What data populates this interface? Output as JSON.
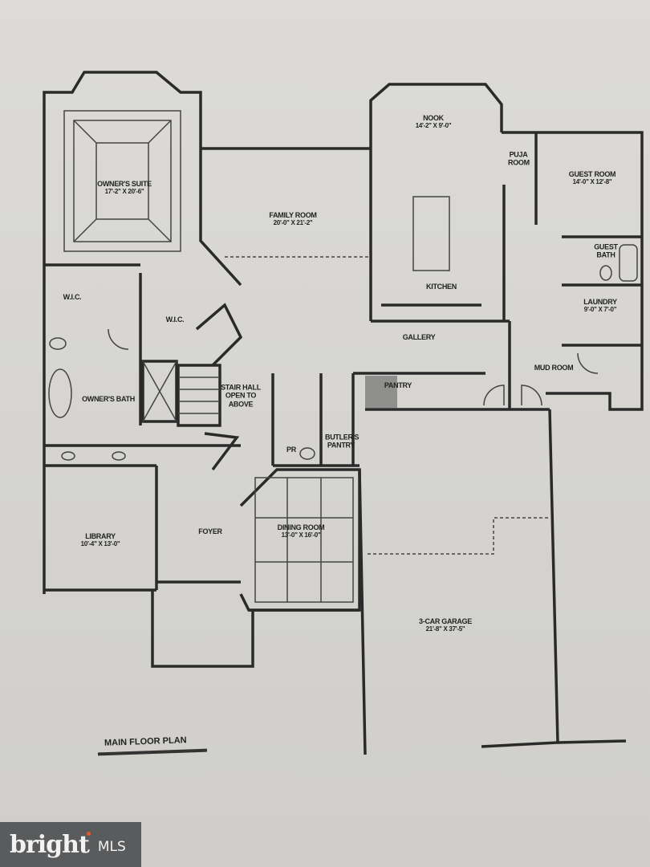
{
  "plan_title": "MAIN FLOOR PLAN",
  "watermark": {
    "brand": "bright",
    "suffix": "MLS",
    "accent_color": "#e35b2a"
  },
  "rooms": {
    "owners_suite": {
      "name": "OWNER'S SUITE",
      "dims": "17'-2\" X 20'-6\""
    },
    "family_room": {
      "name": "FAMILY ROOM",
      "dims": "20'-0\" X 21'-2\""
    },
    "nook": {
      "name": "NOOK",
      "dims": "14'-2\" X 9'-0\""
    },
    "puja_room": {
      "name": "PUJA ROOM"
    },
    "guest_room": {
      "name": "GUEST ROOM",
      "dims": "14'-0\" X 12'-8\""
    },
    "guest_bath": {
      "name": "GUEST BATH"
    },
    "laundry": {
      "name": "LAUNDRY",
      "dims": "9'-0\" X 7'-0\""
    },
    "kitchen": {
      "name": "KITCHEN"
    },
    "wic_1": {
      "name": "W.I.C."
    },
    "wic_2": {
      "name": "W.I.C."
    },
    "gallery": {
      "name": "GALLERY"
    },
    "mud_room": {
      "name": "MUD ROOM"
    },
    "pantry": {
      "name": "PANTRY"
    },
    "owners_bath": {
      "name": "OWNER'S BATH"
    },
    "stair_hall": {
      "name": "STAIR HALL OPEN TO ABOVE"
    },
    "powder_room": {
      "name": "PR"
    },
    "butlers_pantry": {
      "name": "BUTLER'S PANTRY"
    },
    "library": {
      "name": "LIBRARY",
      "dims": "10'-4\" X 13'-0\""
    },
    "foyer": {
      "name": "FOYER"
    },
    "dining_room": {
      "name": "DINING ROOM",
      "dims": "13'-0\" X 16'-0\""
    },
    "garage": {
      "name": "3-CAR GARAGE",
      "dims": "21'-8\" X 37'-5\""
    }
  }
}
